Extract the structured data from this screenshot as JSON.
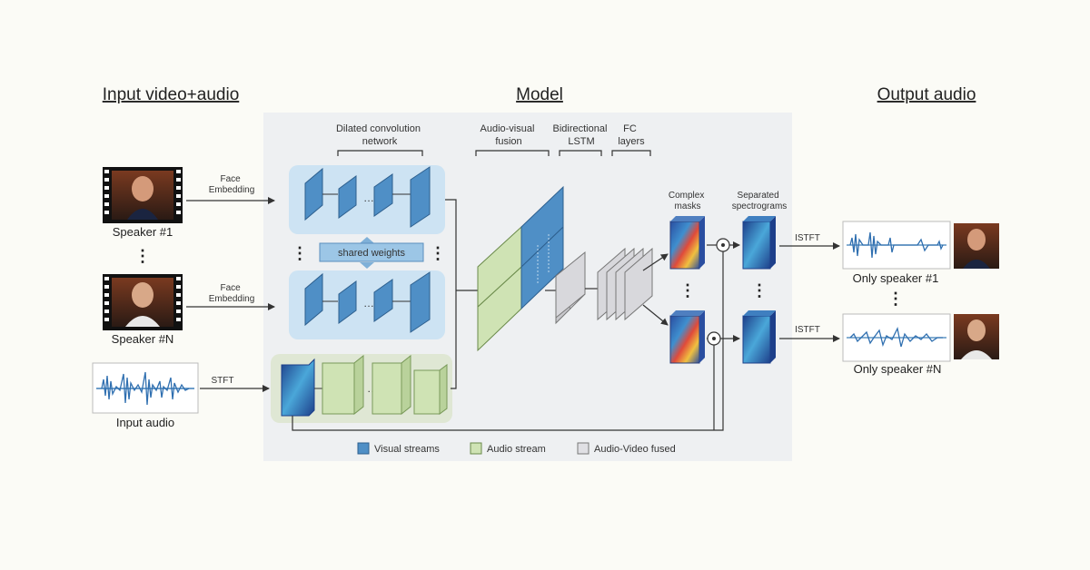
{
  "sections": {
    "input": "Input video+audio",
    "model": "Model",
    "output": "Output audio"
  },
  "input": {
    "speaker1": "Speaker #1",
    "speakerN": "Speaker #N",
    "face_embedding": "Face\nEmbedding",
    "stft": "STFT",
    "input_audio": "Input audio",
    "vertical_dots": "⋮"
  },
  "model": {
    "dilated_conv": "Dilated convolution\nnetwork",
    "shared_weights": "shared weights",
    "av_fusion": "Audio-visual\nfusion",
    "bilstm": "Bidirectional\nLSTM",
    "fc": "FC\nlayers",
    "complex_masks": "Complex\nmasks",
    "separated": "Separated\nspectrograms",
    "multiply_symbol": "⊙"
  },
  "legend": {
    "visual": "Visual streams",
    "audio": "Audio stream",
    "fused": "Audio-Video fused"
  },
  "output": {
    "istft": "ISTFT",
    "speaker1": "Only speaker #1",
    "speakerN": "Only speaker #N"
  },
  "colors": {
    "visual_fill": "#4f8fc6",
    "visual_bg": "#cde3f3",
    "audio_fill": "#cfe3b4",
    "audio_bg": "#dfe7d4",
    "fused_fill": "#d8d8dc",
    "model_bg": "#eef0f2"
  }
}
